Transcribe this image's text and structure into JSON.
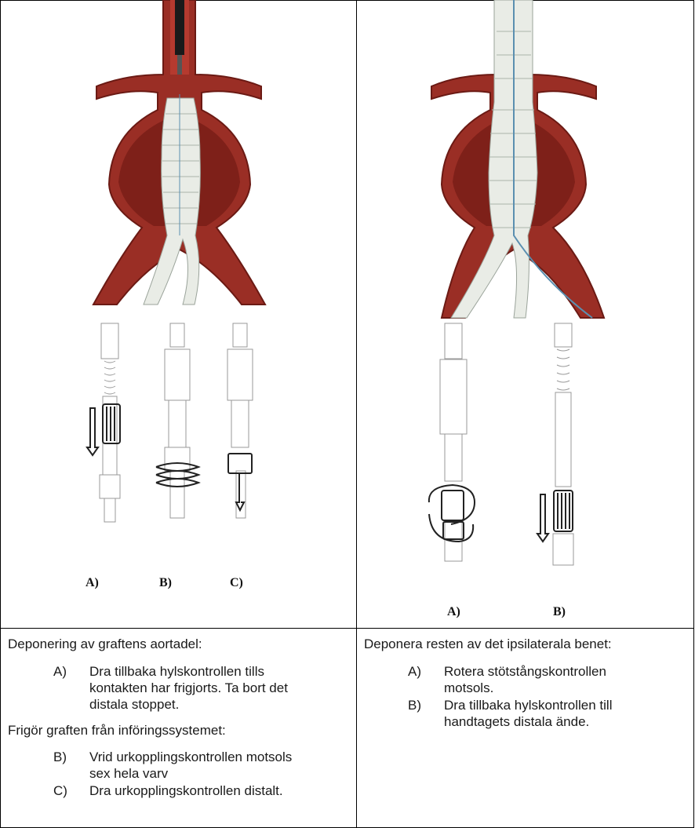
{
  "left": {
    "figure_labels": [
      "A)",
      "B)",
      "C)"
    ],
    "heading": "Deponering av graftens aortadel:",
    "step_a": {
      "label": "A)",
      "lines": [
        "Dra tillbaka hylskontrollen tills",
        "kontakten har frigjorts. Ta bort det",
        "distala stoppet."
      ]
    },
    "subheading": "Frigör graften från införingssystemet:",
    "step_b": {
      "label": "B)",
      "lines": [
        "Vrid urkopplingskontrollen motsols",
        "sex hela varv"
      ]
    },
    "step_c": {
      "label": "C)",
      "lines": [
        "Dra urkopplingskontrollen distalt."
      ]
    }
  },
  "right": {
    "figure_labels": [
      "A)",
      "B)"
    ],
    "heading": "Deponera resten av det ipsilaterala benet:",
    "step_a": {
      "label": "A)",
      "lines": [
        "Rotera stötstångskontrollen",
        "motsols."
      ]
    },
    "step_b": {
      "label": "B)",
      "lines": [
        "Dra tillbaka hylskontrollen till",
        "handtagets distala ände."
      ]
    }
  }
}
